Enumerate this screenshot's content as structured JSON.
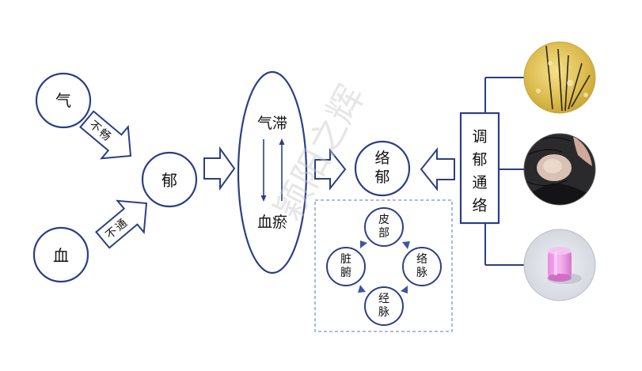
{
  "colors": {
    "stroke": "#2b3f85",
    "arrow_fill": "#ffffff",
    "small_arrow": "#3e569e",
    "dashed_box": "#7f95c4",
    "watermark": "#c9c9c9"
  },
  "nodes": {
    "qi": "气",
    "xue": "血",
    "yu": "郁",
    "arrow_qi_label": "不畅",
    "arrow_xue_label": "不通",
    "ellipse_top": "气滞",
    "ellipse_bottom": "血瘀",
    "luoyu": "络郁"
  },
  "cycle": {
    "top": [
      "皮",
      "部"
    ],
    "right": [
      "络",
      "脉"
    ],
    "bottom": [
      "经",
      "脉"
    ],
    "left": [
      "脏",
      "腑"
    ]
  },
  "therapy_box": [
    "调",
    "郁",
    "通",
    "络"
  ],
  "watermark": "颖阳之辉",
  "photos": [
    {
      "name": "acupuncture-needles-photo"
    },
    {
      "name": "scalp-hair-photo"
    },
    {
      "name": "pink-cup-photo"
    }
  ]
}
